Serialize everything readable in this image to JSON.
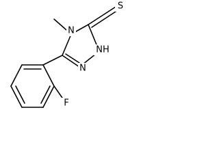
{
  "structure": {
    "atoms": {
      "sulfur": "S",
      "methyl_nitrogen": "N",
      "nh_nitrogen": "NH",
      "lower_nitrogen": "N",
      "fluorine": "F"
    },
    "stroke_color": "#000000",
    "background_color": "#ffffff"
  }
}
